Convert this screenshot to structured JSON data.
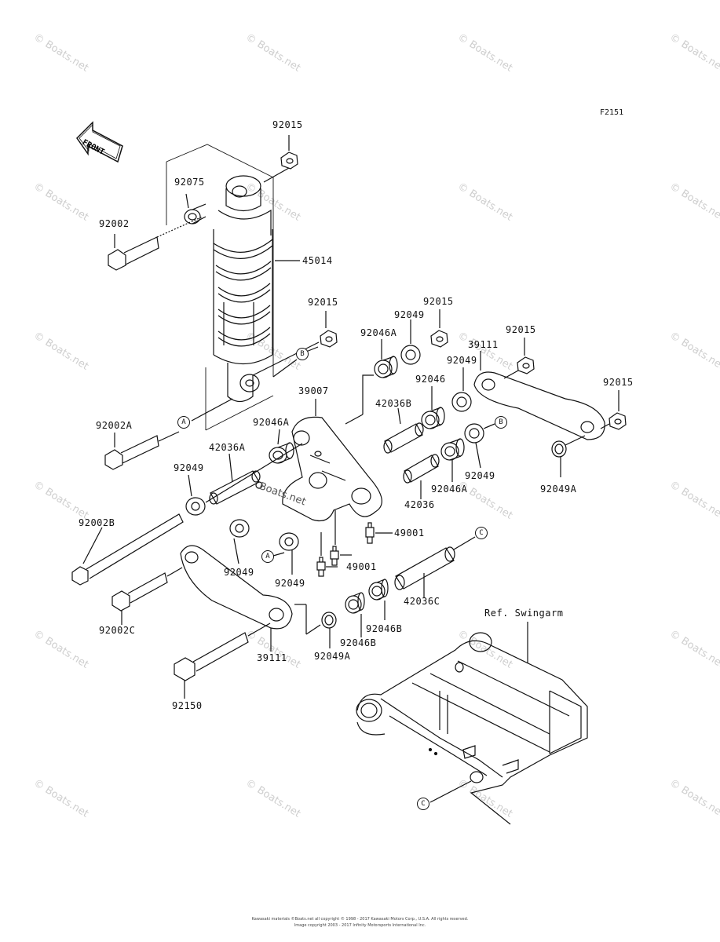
{
  "figure_id": "F2151",
  "front_label": "FRONT",
  "ref_label": "Ref. Swingarm",
  "watermark": "© Boats.net",
  "center_watermark": "Boats.net",
  "callouts": {
    "A": "A",
    "B": "B",
    "C": "C"
  },
  "labels": [
    {
      "id": "92015",
      "text": "92015"
    },
    {
      "id": "92075",
      "text": "92075"
    },
    {
      "id": "92002",
      "text": "92002"
    },
    {
      "id": "45014",
      "text": "45014"
    },
    {
      "id": "92015b",
      "text": "92015"
    },
    {
      "id": "92049a",
      "text": "92049"
    },
    {
      "id": "92015c",
      "text": "92015"
    },
    {
      "id": "92046A",
      "text": "92046A"
    },
    {
      "id": "92015d",
      "text": "92015"
    },
    {
      "id": "39111a",
      "text": "39111"
    },
    {
      "id": "92049b",
      "text": "92049"
    },
    {
      "id": "92046",
      "text": "92046"
    },
    {
      "id": "39007",
      "text": "39007"
    },
    {
      "id": "42036B",
      "text": "42036B"
    },
    {
      "id": "92015e",
      "text": "92015"
    },
    {
      "id": "92002A",
      "text": "92002A"
    },
    {
      "id": "92046A2",
      "text": "92046A"
    },
    {
      "id": "42036A",
      "text": "42036A"
    },
    {
      "id": "92049c",
      "text": "92049"
    },
    {
      "id": "92046A3",
      "text": "92046A"
    },
    {
      "id": "42036",
      "text": "42036"
    },
    {
      "id": "92049A",
      "text": "92049A"
    },
    {
      "id": "92049d",
      "text": "92049"
    },
    {
      "id": "92002B",
      "text": "92002B"
    },
    {
      "id": "49001a",
      "text": "49001"
    },
    {
      "id": "49001b",
      "text": "49001"
    },
    {
      "id": "92049e",
      "text": "92049"
    },
    {
      "id": "92049f",
      "text": "92049"
    },
    {
      "id": "42036C",
      "text": "42036C"
    },
    {
      "id": "92002C",
      "text": "92002C"
    },
    {
      "id": "92046B",
      "text": "92046B"
    },
    {
      "id": "92046B2",
      "text": "92046B"
    },
    {
      "id": "39111b",
      "text": "39111"
    },
    {
      "id": "92049A2",
      "text": "92049A"
    },
    {
      "id": "92150",
      "text": "92150"
    }
  ],
  "footer_line1": "Kawasaki materials ©Boats.net all copyright © 1998 - 2017 Kawasaki Motors Corp., U.S.A. All rights reserved.",
  "footer_line2": "Image copyright 2003 - 2017 Infinity Motorsports International Inc."
}
